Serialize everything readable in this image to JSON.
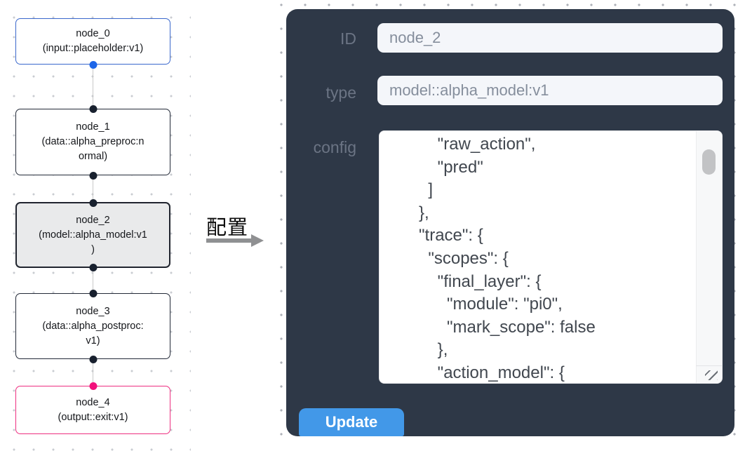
{
  "flow": {
    "nodes": [
      {
        "id": "node_0",
        "title": "node_0",
        "type_lines": [
          "(input::placeholder:v1)"
        ],
        "border_color": "#3a68cc",
        "bg_color": "#ffffff",
        "selected": false,
        "ports": {
          "top": null,
          "bottom": "#1d66e8"
        }
      },
      {
        "id": "node_1",
        "title": "node_1",
        "type_lines": [
          "(data::alpha_preproc:n",
          "ormal)"
        ],
        "border_color": "#232a38",
        "bg_color": "#ffffff",
        "selected": false,
        "ports": {
          "top": "#18202e",
          "bottom": "#18202e"
        }
      },
      {
        "id": "node_2",
        "title": "node_2",
        "type_lines": [
          "(model::alpha_model:v1",
          ")"
        ],
        "border_color": "#20242e",
        "bg_color": "#e9eaeb",
        "selected": true,
        "ports": {
          "top": "#18202e",
          "bottom": "#18202e"
        }
      },
      {
        "id": "node_3",
        "title": "node_3",
        "type_lines": [
          "(data::alpha_postproc:",
          "v1)"
        ],
        "border_color": "#232a38",
        "bg_color": "#ffffff",
        "selected": false,
        "ports": {
          "top": "#18202e",
          "bottom": "#18202e"
        }
      },
      {
        "id": "node_4",
        "title": "node_4",
        "type_lines": [
          "(output::exit:v1)"
        ],
        "border_color": "#ee2f80",
        "bg_color": "#ffffff",
        "selected": false,
        "ports": {
          "top": "#f2117c",
          "bottom": null
        }
      }
    ]
  },
  "transfer": {
    "label": "配置",
    "arrow_color": "#8f9092"
  },
  "panel": {
    "bg_color": "#2e3847",
    "id_label": "ID",
    "id_value": "node_2",
    "type_label": "type",
    "type_value": "model::alpha_model:v1",
    "config_label": "config",
    "config_lines": [
      "          \"raw_action\",",
      "          \"pred\"",
      "        ]",
      "      },",
      "      \"trace\": {",
      "        \"scopes\": {",
      "          \"final_layer\": {",
      "            \"module\": \"pi0\",",
      "            \"mark_scope\": false",
      "          },",
      "          \"action_model\": {"
    ],
    "update_label": "Update",
    "button_color": "#4298e8"
  }
}
